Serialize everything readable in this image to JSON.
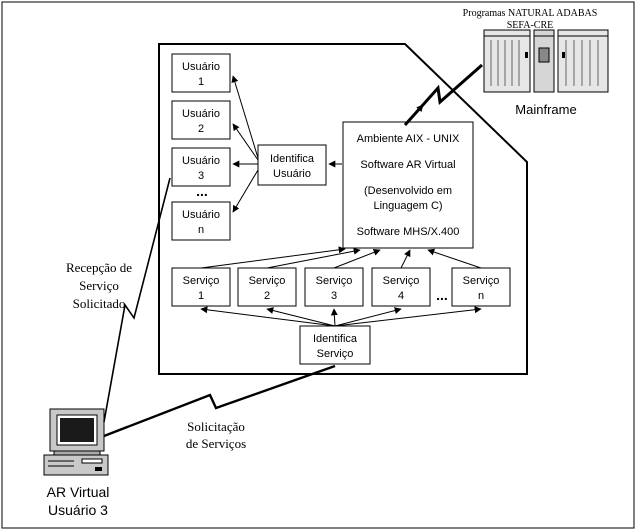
{
  "users": [
    {
      "line1": "Usuário",
      "line2": "1"
    },
    {
      "line1": "Usuário",
      "line2": "2"
    },
    {
      "line1": "Usuário",
      "line2": "3"
    },
    {
      "line1": "Usuário",
      "line2": "n"
    }
  ],
  "users_ellipsis": "...",
  "identifica_usuario": {
    "line1": "Identifica",
    "line2": "Usuário"
  },
  "central_box": {
    "line1": "Ambiente AIX - UNIX",
    "line2": "Software AR Virtual",
    "line3": "(Desenvolvido em",
    "line4": "Linguagem  C)",
    "line5": "Software MHS/X.400"
  },
  "services": [
    {
      "line1": "Serviço",
      "line2": "1"
    },
    {
      "line1": "Serviço",
      "line2": "2"
    },
    {
      "line1": "Serviço",
      "line2": "3"
    },
    {
      "line1": "Serviço",
      "line2": "4"
    },
    {
      "line1": "Serviço",
      "line2": "n"
    }
  ],
  "services_ellipsis": "...",
  "identifica_servico": {
    "line1": "Identifica",
    "line2": "Serviço"
  },
  "mainframe": {
    "programs_line1": "Programas  NATURAL ADABAS",
    "programs_line2": "SEFA-CRE",
    "label": "Mainframe"
  },
  "recepcao": {
    "line1": "Recepção de",
    "line2": "Serviço",
    "line3": "Solicitado"
  },
  "solicitacao": {
    "line1": "Solicitação",
    "line2": "de Serviços"
  },
  "terminal": {
    "line1": "AR Virtual",
    "line2": "Usuário 3"
  }
}
